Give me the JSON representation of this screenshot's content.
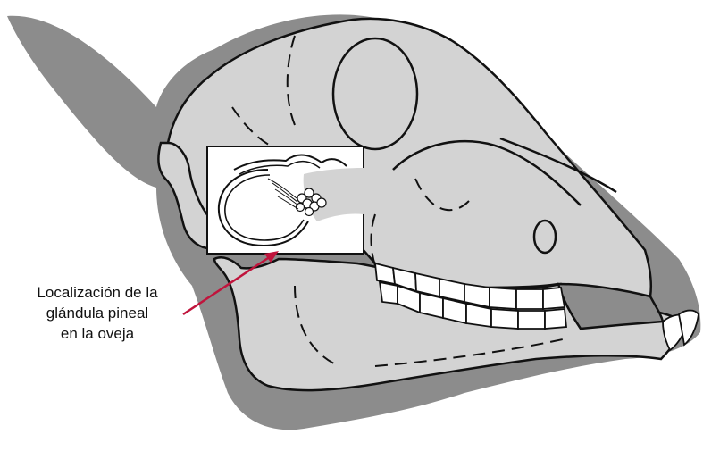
{
  "caption": {
    "lines": [
      "Localización de la",
      "glándula pineal",
      "en la oveja"
    ]
  },
  "colors": {
    "shadow": "#8c8c8c",
    "skull_fill": "#d3d3d3",
    "outline": "#111111",
    "inset_background": "#ffffff",
    "arrow": "#c0143c",
    "teeth": "#ffffff"
  }
}
